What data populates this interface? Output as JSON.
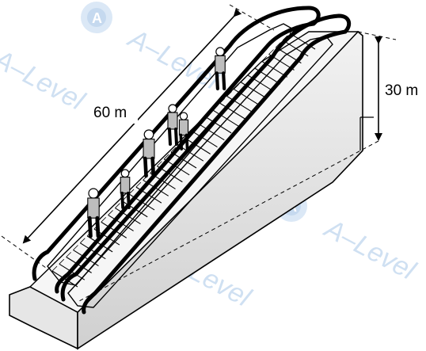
{
  "diagram": {
    "length_label": "60 m",
    "height_label": "30 m"
  },
  "watermark": {
    "text": "A–Level",
    "logo_letter": "A"
  },
  "colors": {
    "ink": "#000000",
    "side_shade": "#d9d9d9",
    "watermark": "#cfe0f2"
  }
}
